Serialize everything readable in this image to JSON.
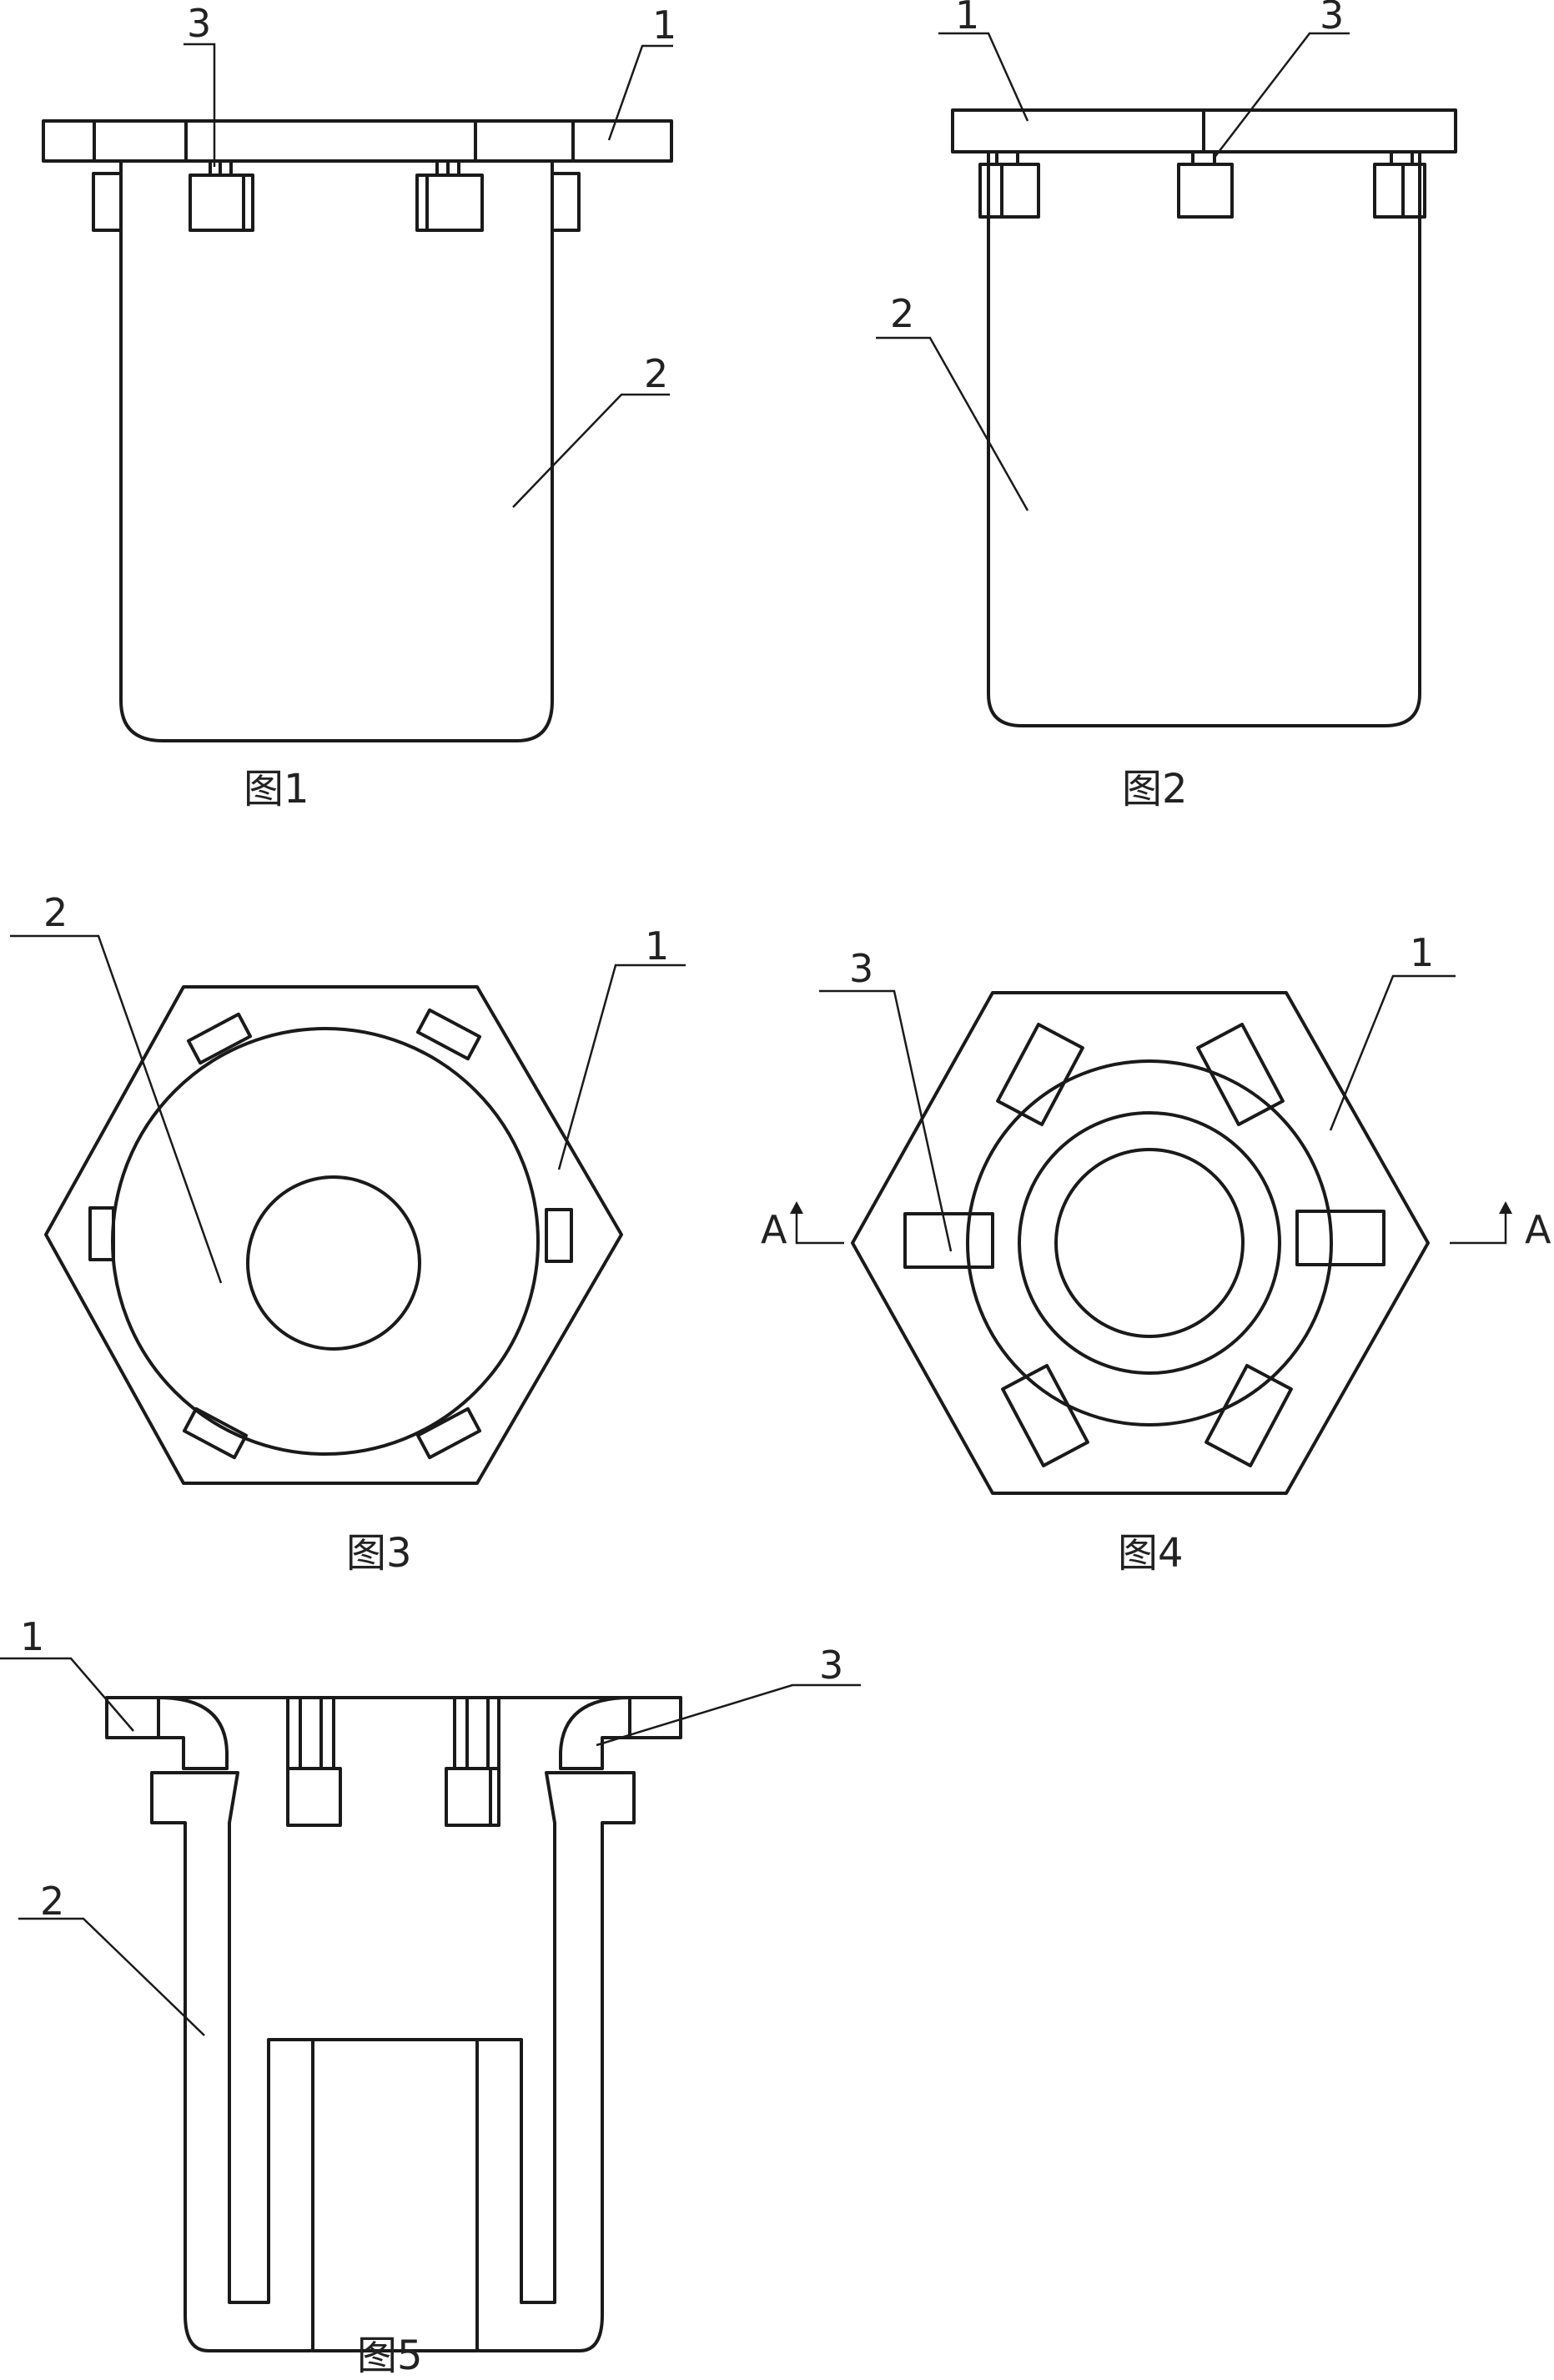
{
  "figures": [
    {
      "id": "fig1",
      "caption": "图1"
    },
    {
      "id": "fig2",
      "caption": "图2"
    },
    {
      "id": "fig3",
      "caption": "图3"
    },
    {
      "id": "fig4",
      "caption": "图4"
    },
    {
      "id": "fig5",
      "caption": "图5"
    }
  ],
  "part_labels": {
    "one": "1",
    "two": "2",
    "three": "3"
  },
  "section_marker": "A"
}
